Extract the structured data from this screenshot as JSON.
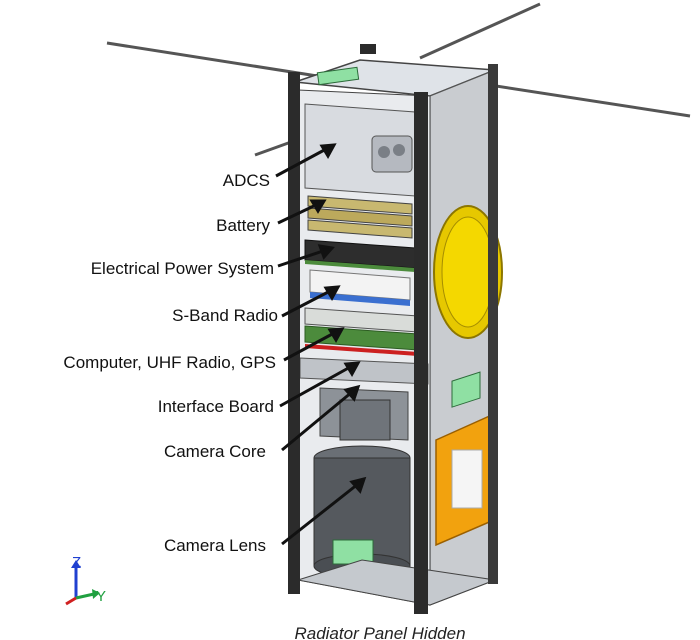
{
  "labels": {
    "adcs": "ADCS",
    "battery": "Battery",
    "eps": "Electrical Power System",
    "sband": "S-Band Radio",
    "computer": "Computer, UHF Radio, GPS",
    "interface": "Interface Board",
    "camera_core": "Camera Core",
    "camera_lens": "Camera Lens"
  },
  "caption": "Radiator Panel Hidden",
  "axes": {
    "z": "Z",
    "y": "Y"
  },
  "colors": {
    "frame": "#2b2b2b",
    "panel": "#c9ccd0",
    "gold_panel": "#e6c800",
    "orange_panel": "#f2a20e",
    "green_connector": "#8fe0a3",
    "pcb_green": "#4c8b3c",
    "pcb_red": "#cc2020",
    "antenna": "#555555",
    "axis_z": "#2040d0",
    "axis_y": "#20a040",
    "axis_x": "#d02020"
  }
}
